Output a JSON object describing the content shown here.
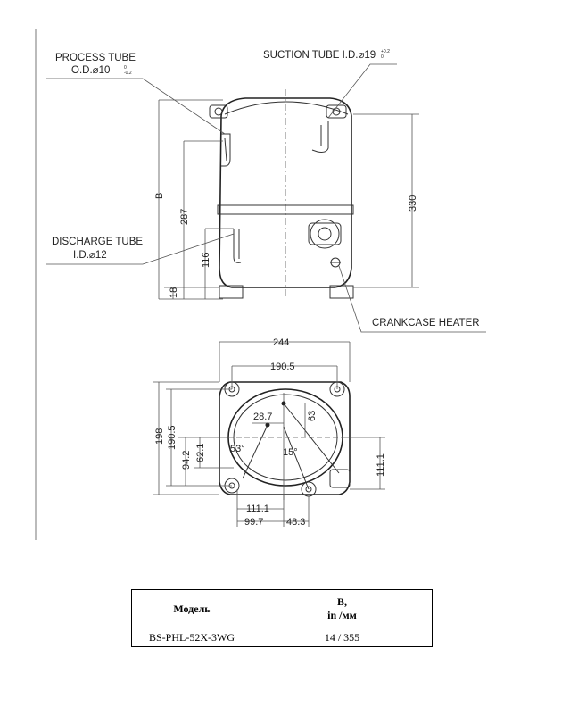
{
  "side_view": {
    "process_tube_label": "PROCESS TUBE",
    "process_tube_dim": "O.D.⌀10",
    "process_tube_tol_top": "0",
    "process_tube_tol_bottom": "-0.2",
    "suction_tube_label": "SUCTION TUBE I.D.⌀19",
    "suction_tube_tol_top": "+0.2",
    "suction_tube_tol_bottom": "0",
    "discharge_tube_label": "DISCHARGE TUBE",
    "discharge_tube_dim": "I.D.⌀12",
    "crankcase_heater_label": "CRANKCASE HEATER",
    "dim_b": "B",
    "dim_287": "287",
    "dim_116": "116",
    "dim_18": "18",
    "dim_330": "330"
  },
  "top_view": {
    "dim_244": "244",
    "dim_190_5_top": "190.5",
    "dim_198": "198",
    "dim_190_5_left": "190.5",
    "dim_94_2": "94.2",
    "dim_62_1": "62.1",
    "dim_28_7": "28.7",
    "dim_63": "63",
    "angle_53": "53°",
    "angle_15": "15°",
    "dim_111_1_right": "111.1",
    "dim_111_1_bottom": "111.1",
    "dim_99_7": "99.7",
    "dim_48_3": "48.3"
  },
  "table": {
    "header_model": "Модель",
    "header_b_line1": "B,",
    "header_b_line2": "in /мм",
    "rows": [
      {
        "model": "BS-PHL-52X-3WG",
        "b": "14 / 355"
      }
    ]
  }
}
